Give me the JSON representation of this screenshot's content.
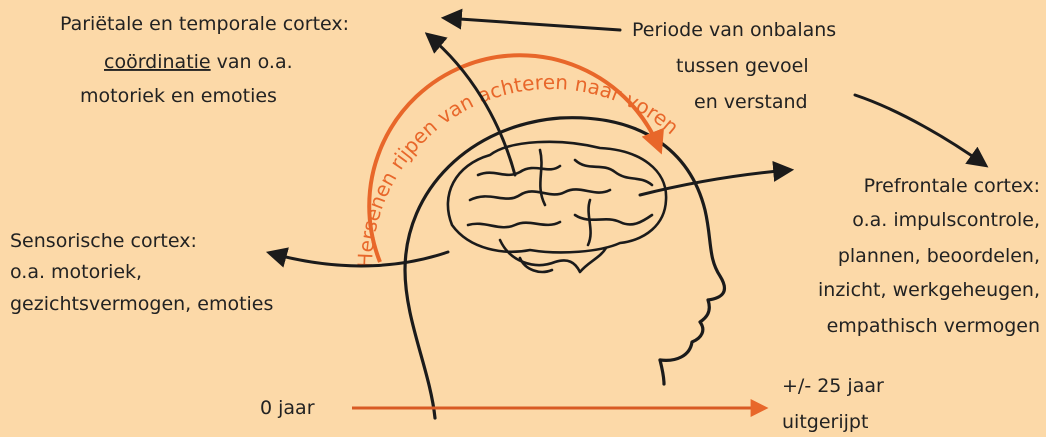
{
  "labels": {
    "parietal_title": "Pariëtale en temporale cortex:",
    "parietal_line2_underlined": "coördinatie",
    "parietal_line2_rest": " van o.a.",
    "parietal_line3": "motoriek en emoties",
    "imbalance_line1": "Periode van onbalans",
    "imbalance_line2": "tussen gevoel",
    "imbalance_line3": "en verstand",
    "sensory_title": "Sensorische cortex:",
    "sensory_line2": "o.a. motoriek,",
    "sensory_line3": "gezichtsvermogen, emoties",
    "prefrontal_title": "Prefrontale cortex:",
    "prefrontal_line2": "o.a. impulscontrole,",
    "prefrontal_line3": "plannen, beoordelen,",
    "prefrontal_line4": "inzicht, werkgeheugen,",
    "prefrontal_line5": "empathisch vermogen",
    "arc_text": "Hersenen rijpen van achteren naar voren",
    "timeline_start": "0 jaar",
    "timeline_end_line1": "+/- 25 jaar",
    "timeline_end_line2": "uitgerijpt"
  },
  "colors": {
    "background": "#FCD9A8",
    "ink": "#1b1b1b",
    "accent": "#E8672A"
  }
}
